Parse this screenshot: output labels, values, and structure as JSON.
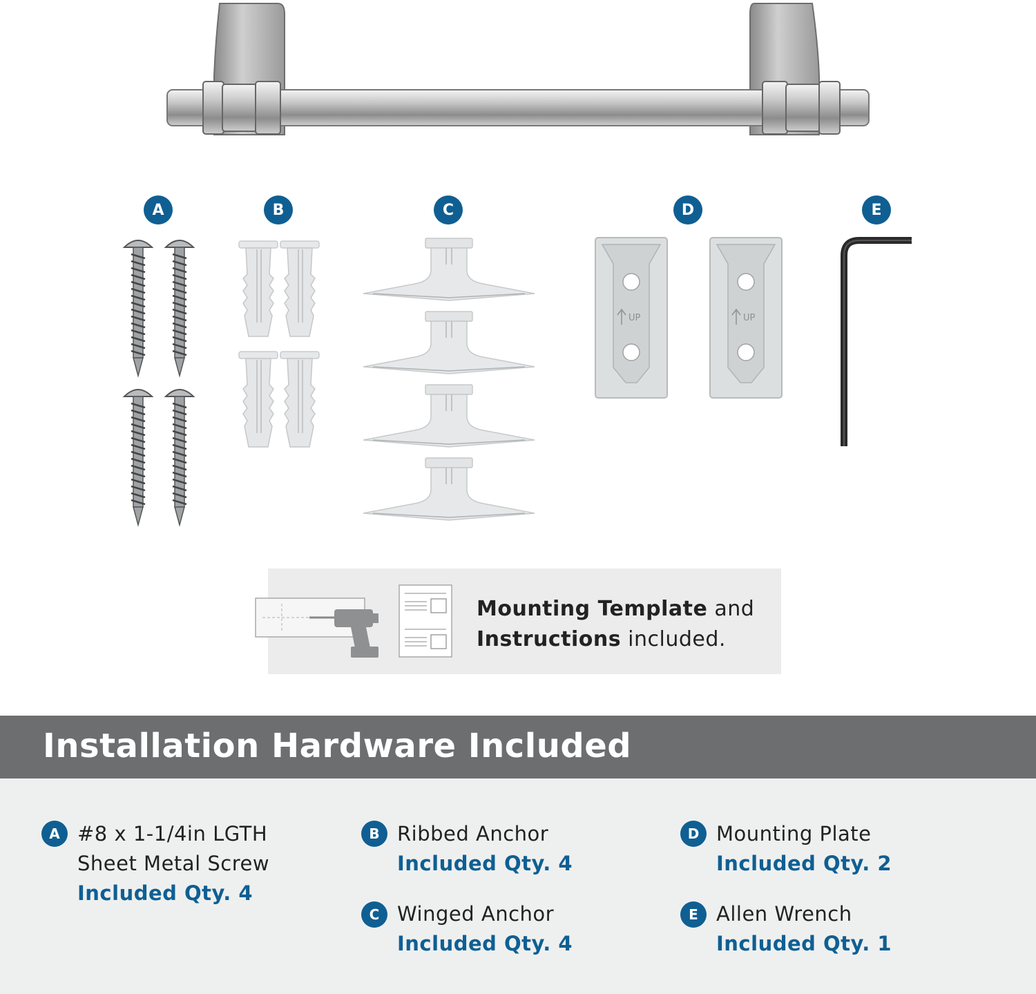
{
  "badges": {
    "a": "A",
    "b": "B",
    "c": "C",
    "d": "D",
    "e": "E"
  },
  "plate_label": "UP",
  "template_note": {
    "part1_bold": "Mounting Template",
    "part1_rest": " and",
    "part2_bold": "Instructions",
    "part2_rest": " included."
  },
  "section_title": "Installation Hardware Included",
  "items": {
    "a": {
      "badge": "A",
      "line1": "#8 x 1-1/4in LGTH",
      "line2": "Sheet Metal Screw",
      "qty": "Included Qty. 4"
    },
    "b": {
      "badge": "B",
      "line1": "Ribbed Anchor",
      "qty": "Included Qty. 4"
    },
    "c": {
      "badge": "C",
      "line1": "Winged Anchor",
      "qty": "Included Qty. 4"
    },
    "d": {
      "badge": "D",
      "line1": "Mounting Plate",
      "qty": "Included Qty. 2"
    },
    "e": {
      "badge": "E",
      "line1": "Allen Wrench",
      "qty": "Included Qty. 1"
    }
  },
  "colors": {
    "accent": "#0f5f93",
    "band": "#6d6e70",
    "panel": "#eef0f0"
  }
}
